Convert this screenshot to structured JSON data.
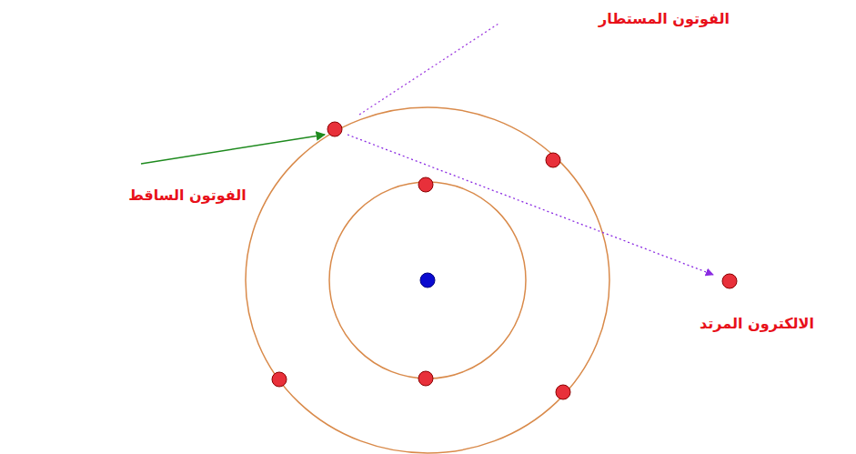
{
  "diagram": {
    "labels": [
      "الفوتون المستطار",
      "الفوتون الساقط",
      "الالكترون المرتد"
    ]
  }
}
